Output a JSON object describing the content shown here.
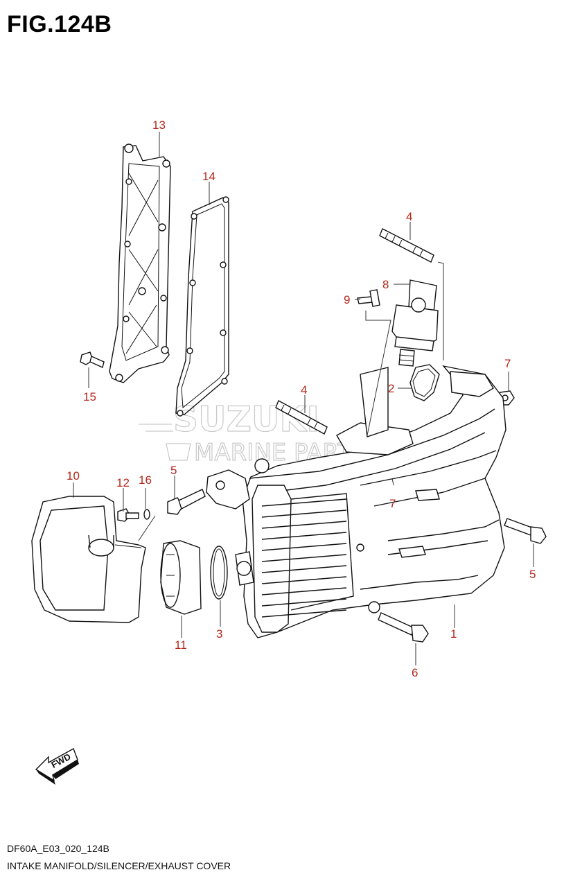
{
  "figure": {
    "title": "FIG.124B",
    "code": "DF60A_E03_020_124B",
    "description": "INTAKE MANIFOLD/SILENCER/EXHAUST COVER"
  },
  "watermark": {
    "line1": "SUZUKI",
    "line2": "MARINE PARTS"
  },
  "direction_label": "FWD",
  "callouts": {
    "c1": "1",
    "c2": "2",
    "c3": "3",
    "c4a": "4",
    "c4b": "4",
    "c5a": "5",
    "c5b": "5",
    "c6": "6",
    "c7a": "7",
    "c7b": "7",
    "c8": "8",
    "c9": "9",
    "c10": "10",
    "c11": "11",
    "c12": "12",
    "c13": "13",
    "c14": "14",
    "c15": "15",
    "c16": "16"
  },
  "colors": {
    "callout": "#b4281c",
    "line": "#111111",
    "watermark": "#c9c9c9"
  }
}
